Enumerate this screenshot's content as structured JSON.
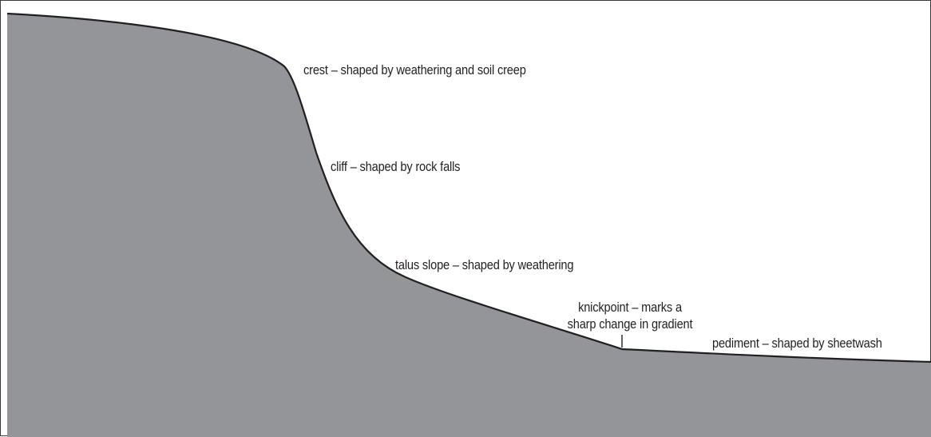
{
  "colors": {
    "landform_fill": "#939598",
    "landform_outline": "#231f20",
    "label_text": "#231f20",
    "frame": "#3a3a3a",
    "background": "#ffffff"
  },
  "labels": {
    "crest": "crest – shaped by weathering and soil creep",
    "cliff": "cliff – shaped by rock falls",
    "talus": "talus slope – shaped by weathering",
    "knickpoint_line1": "knickpoint – marks a",
    "knickpoint_line2": "sharp change in gradient",
    "pediment": "pediment – shaped by sheetwash"
  }
}
